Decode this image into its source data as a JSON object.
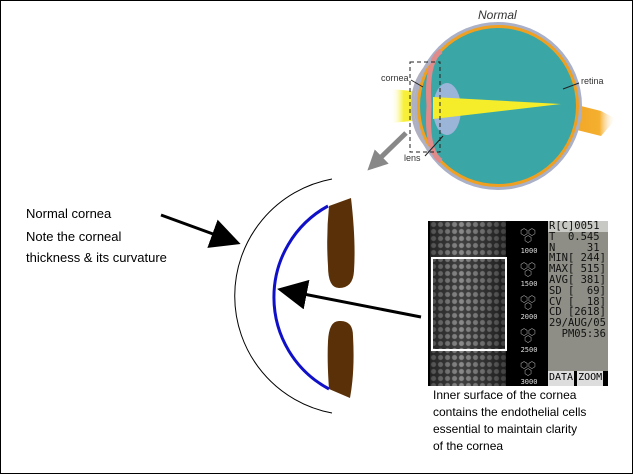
{
  "eye_diagram": {
    "title": "Normal",
    "labels": {
      "cornea": "cornea",
      "lens": "lens",
      "retina": "retina"
    }
  },
  "annotations": {
    "line1": "Normal cornea",
    "line2": "Note the corneal",
    "line3": "thickness & its curvature"
  },
  "specular_microscopy": {
    "scale_labels": [
      "1000",
      "1500",
      "2000",
      "2500",
      "3000"
    ],
    "readout": [
      "R[C]0051",
      "T  0.545",
      "N     31",
      "MIN[ 244]",
      "MAX[ 515]",
      "AVG[ 381]",
      "SD [  69]",
      "CV [  18]",
      "CD [2618]",
      "29/AUG/05",
      "  PM05:36"
    ],
    "buttons": {
      "data": "DATA",
      "zoom": "ZOOM"
    }
  },
  "caption": {
    "line1": "Inner surface of the cornea",
    "line2": "contains the endothelial cells",
    "line3": "essential to maintain clarity",
    "line4": "of the cornea"
  },
  "colors": {
    "endothelium": "#1010c8",
    "iris": "#5a3008",
    "vitreous": "#3aa6a6",
    "light": "#f5ec2a",
    "retina": "#f0a020"
  }
}
